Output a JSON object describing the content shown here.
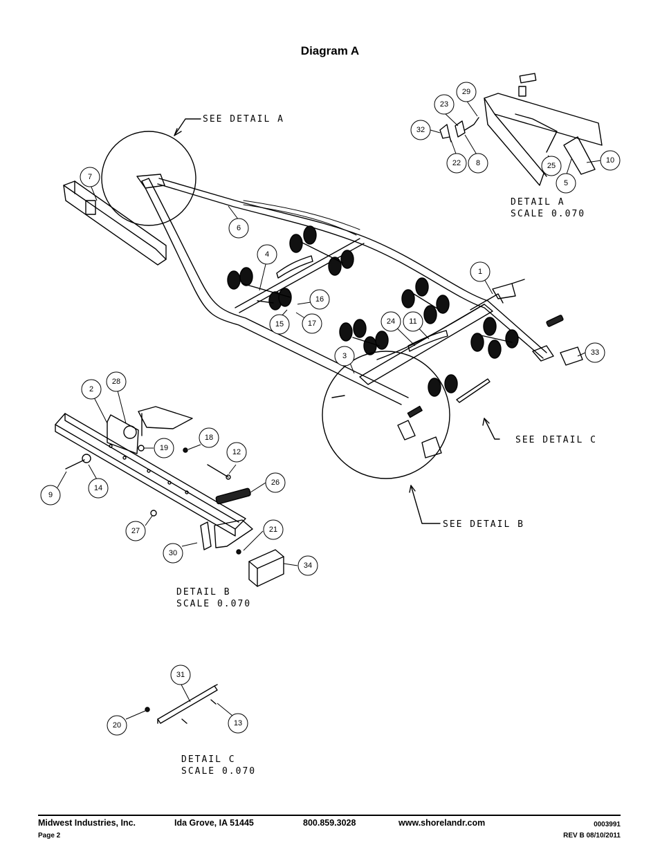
{
  "page": {
    "title": "Diagram A"
  },
  "details": {
    "see_detail_a": "SEE DETAIL A",
    "see_detail_b": "SEE DETAIL B",
    "see_detail_c": "SEE DETAIL C",
    "detail_a": {
      "label": "DETAIL A",
      "scale": "SCALE 0.070"
    },
    "detail_b": {
      "label": "DETAIL B",
      "scale": "SCALE 0.070"
    },
    "detail_c": {
      "label": "DETAIL C",
      "scale": "SCALE 0.070"
    }
  },
  "callouts": [
    "1",
    "2",
    "3",
    "4",
    "5",
    "6",
    "7",
    "8",
    "9",
    "10",
    "11",
    "12",
    "13",
    "14",
    "15",
    "16",
    "17",
    "18",
    "19",
    "20",
    "21",
    "22",
    "23",
    "24",
    "25",
    "26",
    "27",
    "28",
    "29",
    "30",
    "31",
    "32",
    "33",
    "34"
  ],
  "footer": {
    "company": "Midwest Industries, Inc.",
    "city": "Ida Grove, IA  51445",
    "phone": "800.859.3028",
    "website": "www.shorelandr.com",
    "doc_number": "0003991",
    "page": "Page 2",
    "revision": "REV B  08/10/2011"
  }
}
